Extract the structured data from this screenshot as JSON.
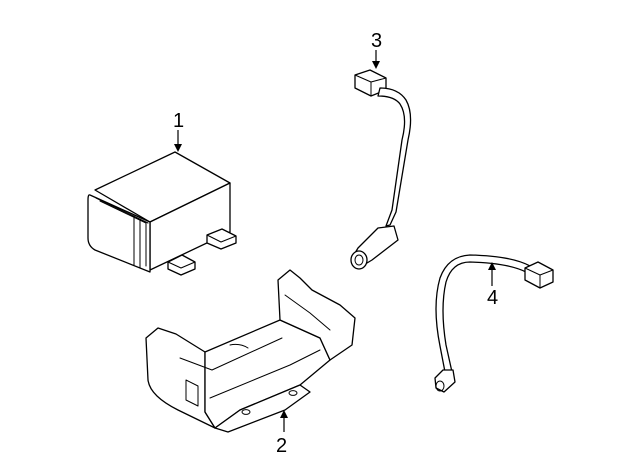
{
  "callouts": [
    {
      "id": "1",
      "label": "1",
      "part": "canister"
    },
    {
      "id": "2",
      "label": "2",
      "part": "bracket"
    },
    {
      "id": "3",
      "label": "3",
      "part": "vent-hose-upper"
    },
    {
      "id": "4",
      "label": "4",
      "part": "wire-harness"
    }
  ],
  "colors": {
    "line": "#000000",
    "fill": "#ffffff"
  }
}
